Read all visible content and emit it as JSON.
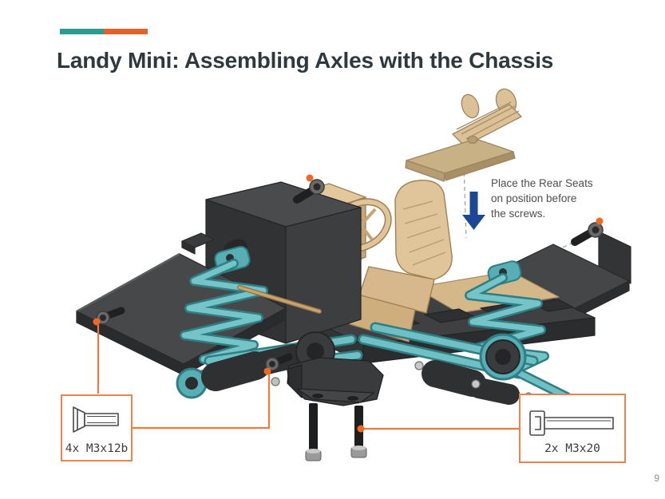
{
  "page": {
    "title": "Landy Mini: Assembling Axles with the Chassis",
    "page_number": "9"
  },
  "annotation": {
    "text": "Place the Rear Seats\non position before\nthe screws."
  },
  "callouts": {
    "left": {
      "label": "4x M3x12b",
      "icon": "countersunk-screw-icon"
    },
    "right": {
      "label": "2x M3x20",
      "icon": "socket-cap-screw-icon"
    }
  },
  "colors": {
    "accent_teal": "#2a9d8f",
    "accent_orange": "#e2622b",
    "callout_border": "#e8854e",
    "connector_orange": "#ef7a3d",
    "highlight_dot": "#f26722",
    "arrow_blue": "#1d4796",
    "chassis_dark": "#3a3b3c",
    "suspension_teal": "#6fc0c4",
    "seat_tan": "#ddc096",
    "title_text": "#2f383c",
    "note_text": "#4d4d4d"
  }
}
